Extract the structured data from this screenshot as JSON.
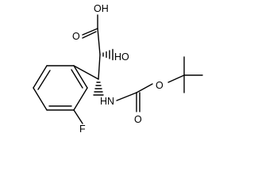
{
  "molecule": {
    "atoms": {
      "oh_top": "OH",
      "o_carbonyl": "O",
      "ho_hydroxyl": "HO",
      "o_ester": "O",
      "o_boc_carbonyl": "O",
      "nh": "HN",
      "f": "F"
    }
  }
}
